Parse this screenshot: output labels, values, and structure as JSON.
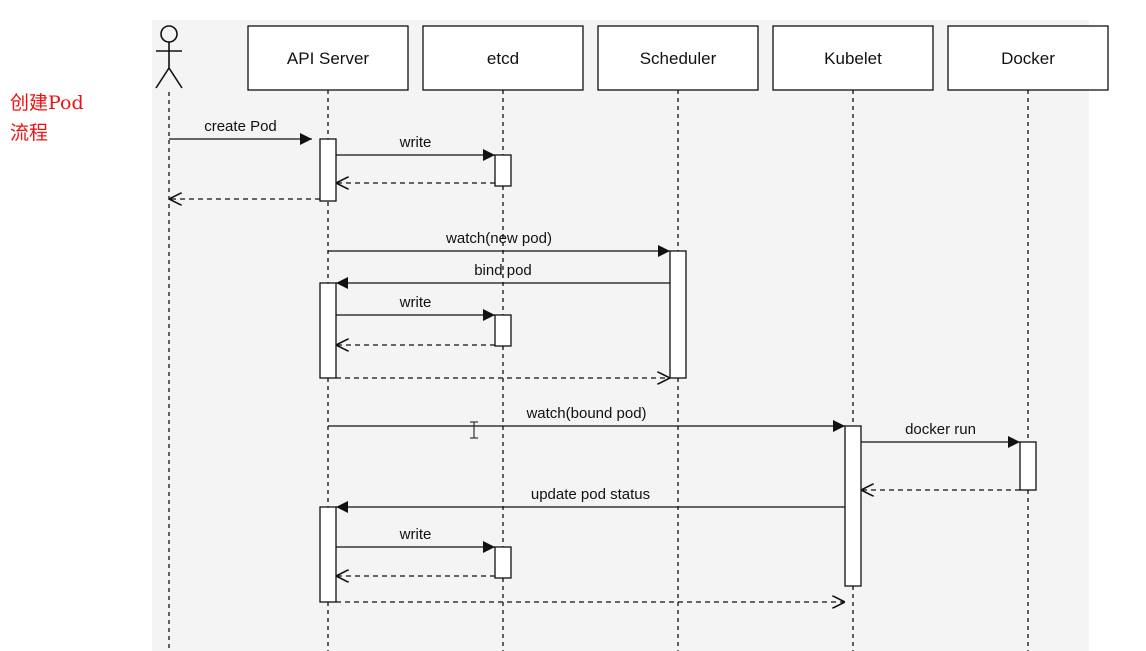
{
  "caption": {
    "line1": "创建Pod",
    "line2": "流程"
  },
  "colors": {
    "caption": "#ee1111",
    "lines": "#111111",
    "canvas": "#f4f4f4"
  },
  "participants": [
    {
      "id": "user",
      "label": "",
      "icon": "actor-icon"
    },
    {
      "id": "api",
      "label": "API Server"
    },
    {
      "id": "etcd",
      "label": "etcd"
    },
    {
      "id": "sched",
      "label": "Scheduler"
    },
    {
      "id": "kubelet",
      "label": "Kubelet"
    },
    {
      "id": "docker",
      "label": "Docker"
    }
  ],
  "messages": [
    {
      "from": "user",
      "to": "api",
      "label": "create Pod",
      "style": "solid"
    },
    {
      "from": "api",
      "to": "etcd",
      "label": "write",
      "style": "solid"
    },
    {
      "from": "etcd",
      "to": "api",
      "label": "",
      "style": "dashed"
    },
    {
      "from": "api",
      "to": "user",
      "label": "",
      "style": "dashed"
    },
    {
      "from": "api",
      "to": "sched",
      "label": "watch(new pod)",
      "style": "solid"
    },
    {
      "from": "sched",
      "to": "api",
      "label": "bind pod",
      "style": "solid"
    },
    {
      "from": "api",
      "to": "etcd",
      "label": "write",
      "style": "solid"
    },
    {
      "from": "etcd",
      "to": "api",
      "label": "",
      "style": "dashed"
    },
    {
      "from": "api",
      "to": "sched",
      "label": "",
      "style": "dashed"
    },
    {
      "from": "api",
      "to": "kubelet",
      "label": "watch(bound pod)",
      "style": "solid"
    },
    {
      "from": "kubelet",
      "to": "docker",
      "label": "docker run",
      "style": "solid"
    },
    {
      "from": "docker",
      "to": "kubelet",
      "label": "",
      "style": "dashed"
    },
    {
      "from": "kubelet",
      "to": "api",
      "label": "update pod status",
      "style": "solid"
    },
    {
      "from": "api",
      "to": "etcd",
      "label": "write",
      "style": "solid"
    },
    {
      "from": "etcd",
      "to": "api",
      "label": "",
      "style": "dashed"
    },
    {
      "from": "api",
      "to": "kubelet",
      "label": "",
      "style": "dashed"
    }
  ]
}
